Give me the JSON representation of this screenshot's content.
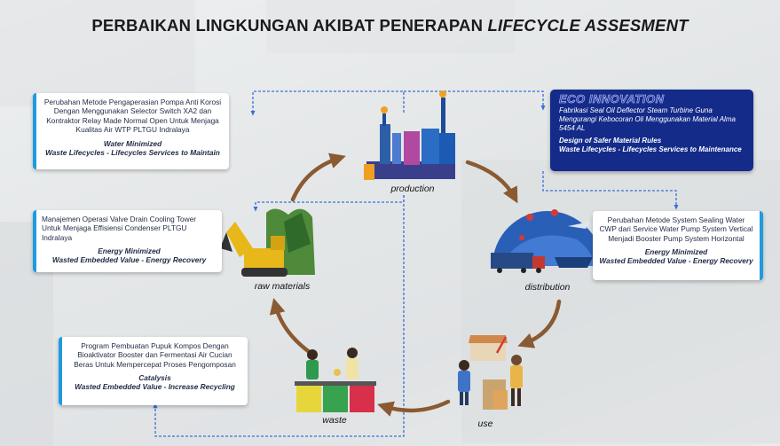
{
  "title": {
    "main": "PERBAIKAN LINGKUNGAN AKIBAT PENERAPAN ",
    "italic": "LIFECYCLE ASSESMENT"
  },
  "stages": {
    "production": "production",
    "distribution": "distribution",
    "use": "use",
    "waste": "waste",
    "raw_materials": "raw materials"
  },
  "cards": {
    "water": {
      "desc": "Perubahan Metode Pengaperasian Pompa Anti Korosi Dengan Menggunakan Selector Switch XA2 dan Kontraktor Relay Made Normal Open Untuk Menjaga Kualitas Air WTP PLTGU Indralaya",
      "tag1": "Water Minimized",
      "tag2": "Waste Lifecycles - Lifecycles Services to Maintain"
    },
    "eco": {
      "heading": "ECO INNOVATION",
      "desc": "Fabrikasi Seal Oil Deflector Steam Turbine Guna Mengurangi Kebocoran Oli Menggunakan Material Alma 5454 AL",
      "tag1": "Design of Safer Material Rules",
      "tag2": "Waste Lifecycles - Lifecycles Services to Maintenance"
    },
    "energy_left": {
      "desc": "Manajemen Operasi Valve Drain Cooling Tower Untuk Menjaga Effisiensi Condenser PLTGU Indralaya",
      "tag1": "Energy Minimized",
      "tag2": "Wasted Embedded Value - Energy Recovery"
    },
    "energy_right": {
      "desc": "Perubahan Metode System Sealing Water CWP dari Service Water Pump System Vertical Menjadi Booster Pump System Horizontal",
      "tag1": "Energy Minimized",
      "tag2": "Wasted Embedded Value - Energy Recovery"
    },
    "catalysis": {
      "desc": "Program Pembuatan Pupuk Kompos Dengan Bioaktivator Booster dan Fermentasi Air Cucian Beras Untuk Mempercepat Proses Pengomposan",
      "tag1": "Catalysis",
      "tag2": "Wasted Embedded Value - Increase Recycling"
    }
  },
  "colors": {
    "accent": "#1e9be0",
    "eco_bg": "#142b8a",
    "arrow": "#8a5a32",
    "dashed": "#3b6fd6"
  }
}
